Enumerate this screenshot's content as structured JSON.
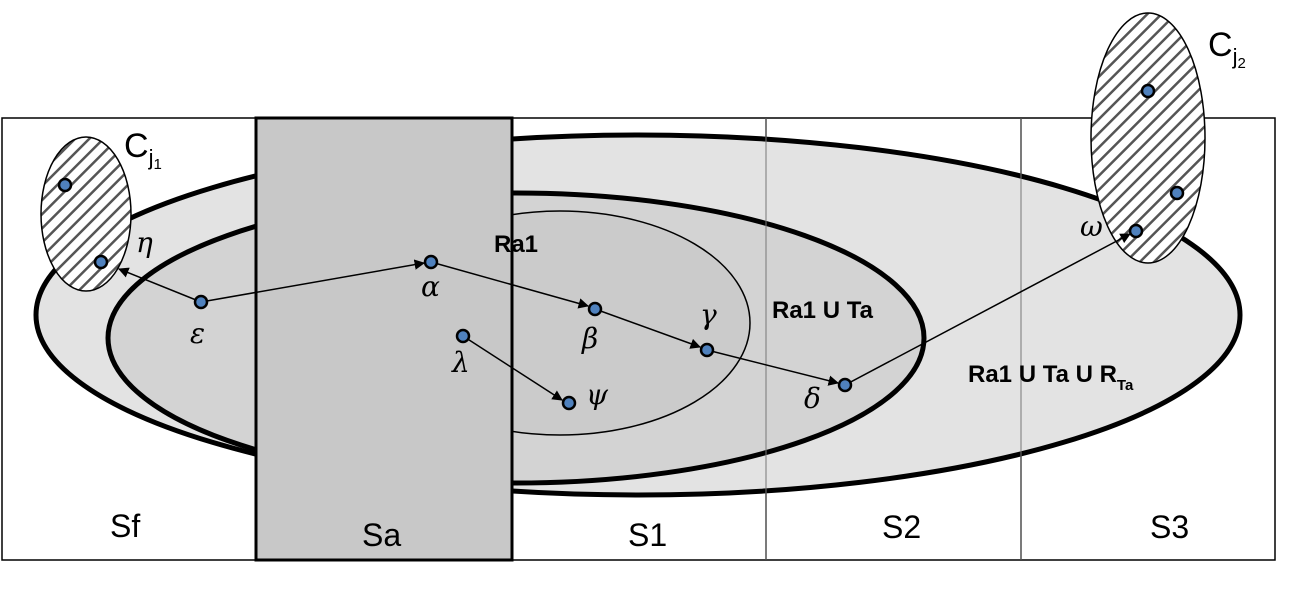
{
  "labels": {
    "cluster1": "C",
    "cluster1_sub": "j",
    "cluster1_subsub": "1",
    "cluster2": "C",
    "cluster2_sub": "j",
    "cluster2_subsub": "2",
    "region1": "Ra1",
    "region2": "Ra1 U Ta",
    "region3_main": "Ra1 U Ta U R",
    "region3_sub": "Ta",
    "seg_f": "Sf",
    "seg_a": "Sa",
    "seg_1": "S1",
    "seg_2": "S2",
    "seg_3": "S3"
  },
  "nodes": {
    "eta": "η",
    "epsilon": "ε",
    "alpha": "α",
    "beta": "β",
    "gamma": "γ",
    "delta": "δ",
    "lambda": "λ",
    "psi": "ψ",
    "omega": "ω"
  },
  "colors": {
    "region_outer": "#e3e3e3",
    "region_middle": "#d2d2d2",
    "region_inner": "#cbcbcb",
    "block": "#c8c8c8",
    "node_fill": "#4f81bd",
    "stroke": "#000000"
  }
}
